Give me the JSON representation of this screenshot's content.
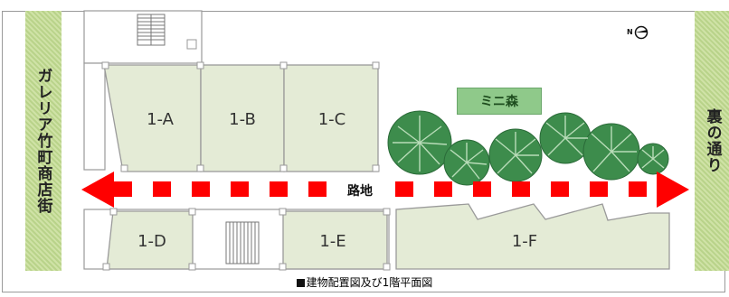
{
  "street_left": "ガレリア竹町商店街",
  "street_right": "裏の通り",
  "green_space": "ミニ森",
  "alley": "路地",
  "north": "N",
  "caption": "建物配置図及び1階平面図",
  "units": [
    {
      "id": "1-A",
      "label": "1-A"
    },
    {
      "id": "1-B",
      "label": "1-B"
    },
    {
      "id": "1-C",
      "label": "1-C"
    },
    {
      "id": "1-D",
      "label": "1-D"
    },
    {
      "id": "1-E",
      "label": "1-E"
    },
    {
      "id": "1-F",
      "label": "1-F"
    }
  ],
  "colors": {
    "unit_fill": "#e4ebd6",
    "outline": "#9a9a9a",
    "arrow": "#ff0000",
    "tree": "#3f8f4f",
    "street_band": "#c2d993",
    "green_label": "#8fc98a"
  }
}
